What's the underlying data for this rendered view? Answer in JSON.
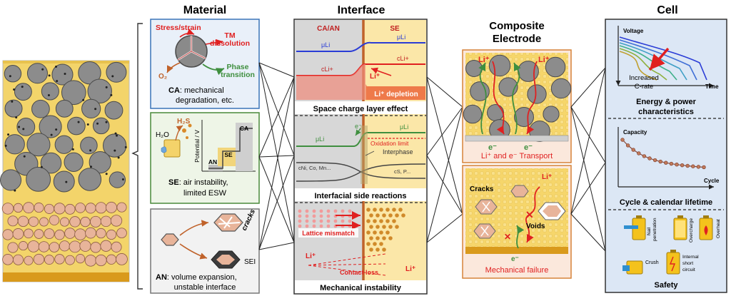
{
  "sections": {
    "material": "Material",
    "interface": "Interface",
    "composite_line1": "Composite",
    "composite_line2": "Electrode",
    "cell": "Cell"
  },
  "material": {
    "ca": {
      "stress": "Stress/strain",
      "tm_line1": "TM",
      "tm_line2": "dissolution",
      "phase_line1": "Phase",
      "phase_line2": "transition",
      "o2": "O₂",
      "caption_bold": "CA",
      "caption_rest": ": mechanical",
      "caption_line2": "degradation, etc."
    },
    "se": {
      "h2s": "H₂S",
      "h2o": "H₂O",
      "ylabel": "Potential / V",
      "ca": "CA",
      "se": "SE",
      "an": "AN",
      "caption_bold": "SE",
      "caption_rest": ": air instability,",
      "caption_line2": "limited ESW"
    },
    "an": {
      "cracks": "cracks",
      "sei": "SEI",
      "caption_bold": "AN",
      "caption_rest": ": volume expansion,",
      "caption_line2": "unstable interface"
    }
  },
  "interface": {
    "header_left": "CA/AN",
    "header_right": "SE",
    "p1": {
      "mu_left": "μLi",
      "mu_right": "μLi",
      "c_left": "cLi+",
      "c_right": "cLi+",
      "li": "Li⁺",
      "depletion": "Li⁺ depletion",
      "title": "Space charge layer effect"
    },
    "p2": {
      "e": "e⁻",
      "mu_left": "μLi",
      "mu_right": "μLi",
      "oxidation": "Oxidation limit",
      "interphase": "Interphase",
      "c_left": "cNi, Co, Mn...",
      "c_right": "cS, P...",
      "title": "Interfacial side reactions"
    },
    "p3": {
      "lattice": "Lattice mismatch",
      "li_left": "Li⁺",
      "li_right": "Li⁺",
      "contact": "Contact loss",
      "title": "Mechanical instability"
    }
  },
  "composite": {
    "li_left": "Li⁺",
    "li_right": "Li⁺",
    "e_left": "e⁻",
    "e_right": "e⁻",
    "transport": "Li⁺ and e⁻ Transport",
    "cracks": "Cracks",
    "voids": "Voids",
    "li_mid": "Li⁺",
    "e_mid": "e⁻",
    "failure": "Mechanical failure"
  },
  "cell": {
    "voltage": "Voltage",
    "time": "Time",
    "increased_line1": "Increased",
    "increased_line2": "C-rate",
    "energy_line1": "Energy & power",
    "energy_line2": "characteristics",
    "capacity": "Capacity",
    "cycle": "Cycle",
    "lifetime": "Cycle & calendar lifetime",
    "nail_line1": "Nail",
    "nail_line2": "penetration",
    "overcharge": "Overcharge",
    "overheat": "Overheat",
    "crush": "Crush",
    "short_line1": "Internal",
    "short_line2": "short",
    "short_line3": "circuit",
    "safety": "Safety"
  },
  "colors": {
    "electrolyte": "#f6d66b",
    "cathode_particle": "#8c8c8c",
    "anode_particle": "#e8b49a",
    "current_collector": "#d99a1c",
    "accent_red": "#e02020",
    "accent_green": "#3f8f3f",
    "blue_line": "#2a3cd6",
    "cell_panel": "#dce7f5"
  },
  "decorations": {
    "li_ion": "Li⁺",
    "electron": "e⁻"
  }
}
